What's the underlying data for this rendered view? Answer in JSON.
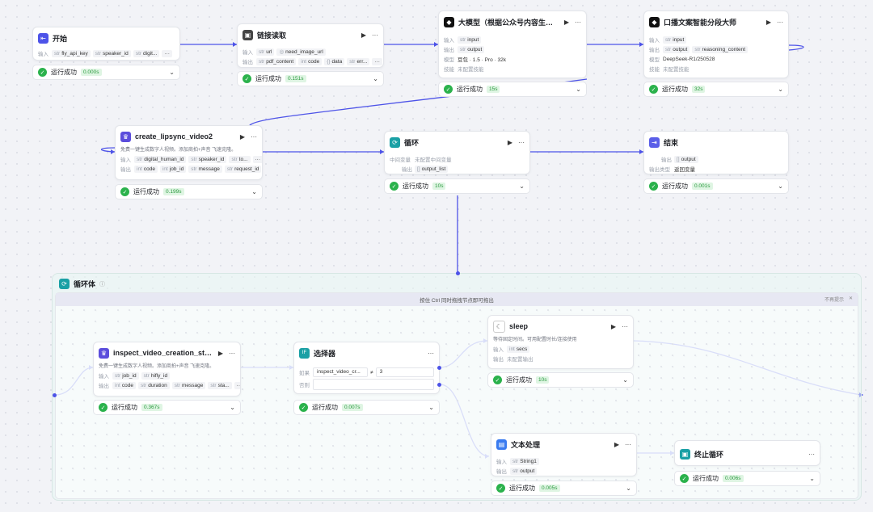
{
  "colors": {
    "edge": "#4d53e8",
    "start": "#4d53e8",
    "loop": "#1aa0a5",
    "llm": "#111111",
    "code": "#5b4ddc",
    "end": "#5a5ee8",
    "success": "#2bb24c"
  },
  "nodes": {
    "start": {
      "title": "开始",
      "input_label": "输入",
      "chips": [
        "fly_api_key",
        "speaker_id",
        "digit..."
      ],
      "status": "运行成功",
      "time": "0.000s"
    },
    "link_reader": {
      "title": "链接读取",
      "in_label": "输入",
      "in_chips": [
        "url",
        "need_image_url"
      ],
      "out_label": "输出",
      "out_chips": [
        "pdf_content",
        "code",
        "data",
        "err..."
      ],
      "status": "运行成功",
      "time": "0.151s"
    },
    "llm": {
      "title": "大模型（根据公众号内容生成视...",
      "in_label": "输入",
      "in_chip": "input",
      "out_label": "输出",
      "out_chip": "output",
      "model_label": "模型",
      "model": "豆包 · 1.5 · Pro · 32k",
      "skill_label": "技能",
      "skill": "未配置技能",
      "status": "运行成功",
      "time": "15s"
    },
    "splitter": {
      "title": "口播文案智能分段大师",
      "in_label": "输入",
      "in_chip": "input",
      "out_label": "输出",
      "out_chips": [
        "output",
        "reasoning_content"
      ],
      "model_label": "模型",
      "model": "DeepSeek-R1/250528",
      "skill_label": "技能",
      "skill": "未配置技能",
      "status": "运行成功",
      "time": "32s"
    },
    "lipsync": {
      "title": "create_lipsync_video2",
      "desc": "免费一键生成数字人视频。添加商拍+声音 飞速克隆。",
      "in_label": "输入",
      "in_chips": [
        "digital_human_id",
        "speaker_id",
        "to..."
      ],
      "out_label": "输出",
      "out_chips": [
        "code",
        "job_id",
        "message",
        "request_id"
      ],
      "status": "运行成功",
      "time": "0.199s"
    },
    "loop": {
      "title": "循环",
      "mid_label": "中间变量",
      "mid": "未配置中间变量",
      "out_label": "输出",
      "out_chip": "output_list",
      "status": "运行成功",
      "time": "10s"
    },
    "end": {
      "title": "结束",
      "out_label": "输出",
      "out_chip": "output",
      "mode_label": "输出类型",
      "mode": "返回变量",
      "status": "运行成功",
      "time": "0.001s"
    },
    "inspect": {
      "title": "inspect_video_creation_sta...",
      "desc": "免费一键生成数字人视频。添加商拍+声音 飞速克隆。",
      "in_label": "输入",
      "in_chips": [
        "job_id",
        "hifly_id"
      ],
      "out_label": "输出",
      "out_chips": [
        "code",
        "duration",
        "message",
        "sta..."
      ],
      "status": "运行成功",
      "time": "0.367s"
    },
    "selector": {
      "title": "选择器",
      "if_label": "如果",
      "if_var": "inspect_video_cr...",
      "op": "≠",
      "val": "3",
      "else_label": "否则",
      "status": "运行成功",
      "time": "0.007s"
    },
    "sleep": {
      "title": "sleep",
      "desc": "等待固定时间。可用配置时长/连接使用",
      "in_label": "输入",
      "in_chip": "secs",
      "out_label": "输出",
      "out": "未配置输出",
      "status": "运行成功",
      "time": "10s"
    },
    "text_proc": {
      "title": "文本处理",
      "in_label": "输入",
      "in_chip": "String1",
      "out_label": "输出",
      "out_chip": "output",
      "status": "运行成功",
      "time": "0.005s"
    },
    "break": {
      "title": "终止循环",
      "status": "运行成功",
      "time": "0.006s"
    }
  },
  "loop_body": {
    "title": "循环体",
    "hint": "按住 Ctrl 同时拖拽节点即可拖出",
    "hint_dismiss": "不再提示"
  }
}
